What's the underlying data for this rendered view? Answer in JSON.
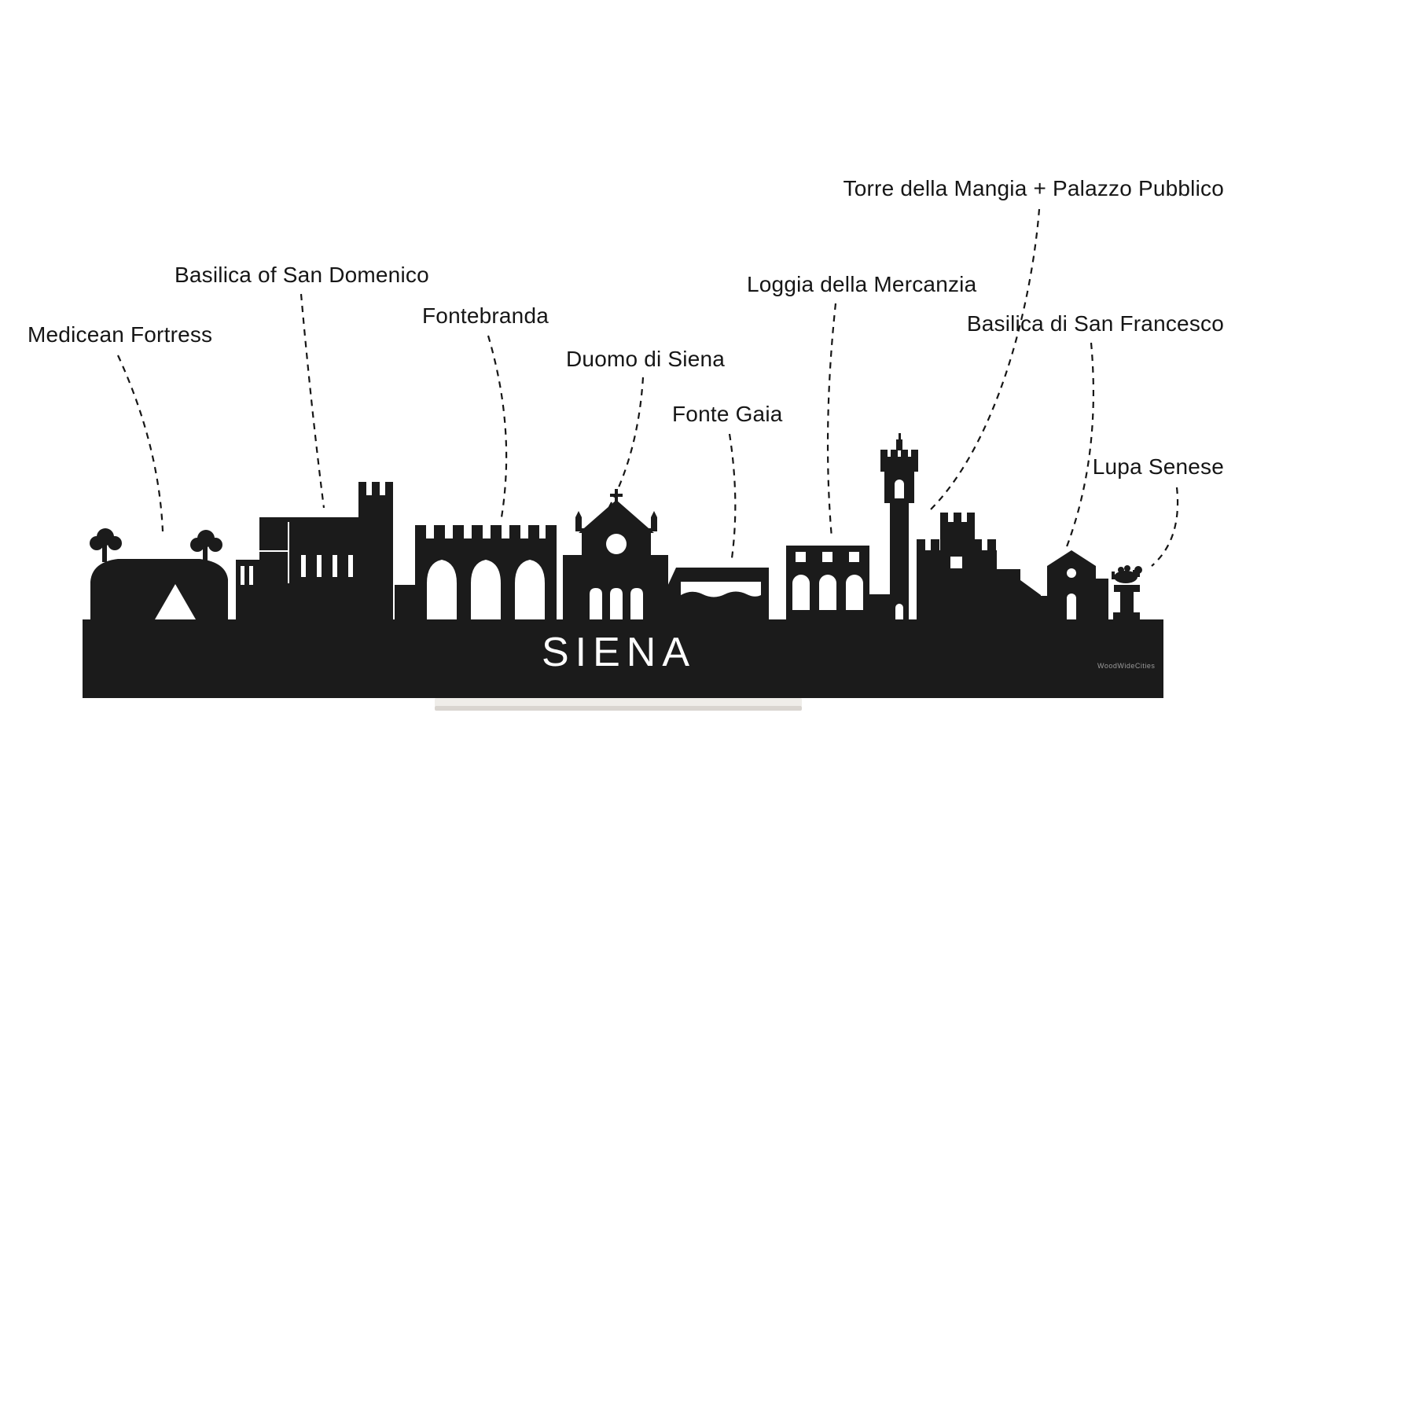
{
  "skyline": {
    "city_label": "SIENA",
    "watermark": "WoodWideCities",
    "colors": {
      "silhouette": "#1b1b1b",
      "background": "#ffffff",
      "stand": "#efede9",
      "stand_shadow": "#d9d5d0",
      "label_text": "#161616"
    }
  },
  "annotations": [
    {
      "id": "medicean-fortress",
      "label": "Medicean Fortress"
    },
    {
      "id": "basilica-of-san-domenico",
      "label": "Basilica of San Domenico"
    },
    {
      "id": "fontebranda",
      "label": "Fontebranda"
    },
    {
      "id": "duomo-di-siena",
      "label": "Duomo di Siena"
    },
    {
      "id": "fonte-gaia",
      "label": "Fonte Gaia"
    },
    {
      "id": "loggia-della-mercanzia",
      "label": "Loggia della Mercanzia"
    },
    {
      "id": "torre-della-mangia-palazzo-pubblico",
      "label": "Torre della Mangia + Palazzo Pubblico"
    },
    {
      "id": "basilica-di-san-francesco",
      "label": "Basilica di San Francesco"
    },
    {
      "id": "lupa-senese",
      "label": "Lupa Senese"
    }
  ]
}
